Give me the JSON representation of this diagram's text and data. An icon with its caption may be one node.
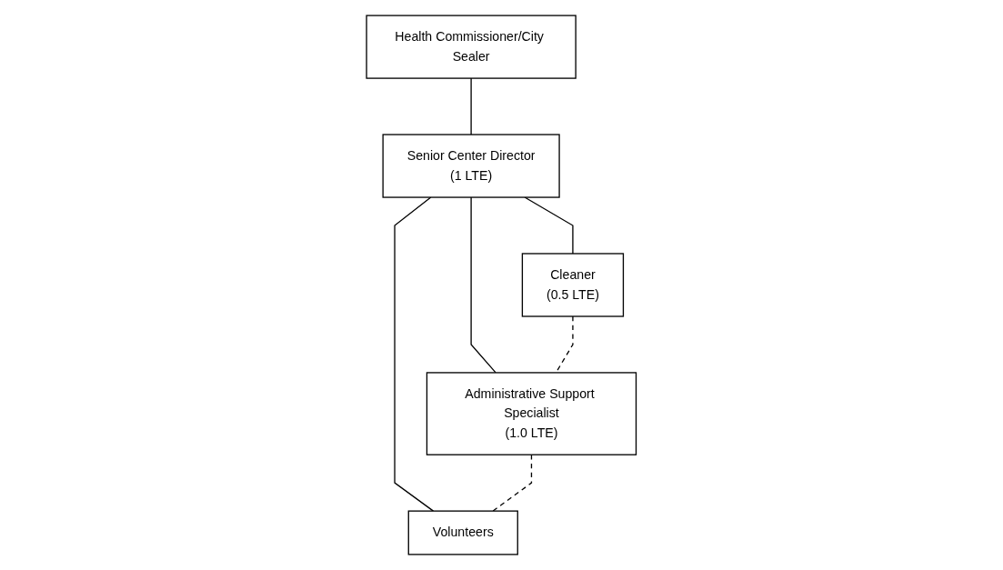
{
  "diagram": {
    "nodes": [
      {
        "text": [
          "Health Commissioner/City Sealer"
        ]
      },
      {
        "text": [
          "Senior Center Director",
          "(1 LTE)"
        ]
      },
      {
        "text": [
          "Cleaner",
          "(0.5 LTE)"
        ]
      },
      {
        "text": [
          "Administrative Support Specialist",
          "(1.0 LTE)"
        ]
      },
      {
        "text": [
          "Volunteers"
        ]
      }
    ],
    "edges": [
      {
        "from": 0,
        "to": 1,
        "arrow": "none"
      },
      {
        "from": 1,
        "to": 2,
        "arrow": "none"
      },
      {
        "from": 1,
        "to": 3,
        "arrow": "none"
      },
      {
        "from": 1,
        "to": 4,
        "arrow": "none"
      },
      {
        "from": 2,
        "to": 3,
        "arrow": "none",
        "style": "dashed"
      },
      {
        "from": 3,
        "to": 4,
        "arrow": "none",
        "style": "dashed"
      }
    ]
  }
}
